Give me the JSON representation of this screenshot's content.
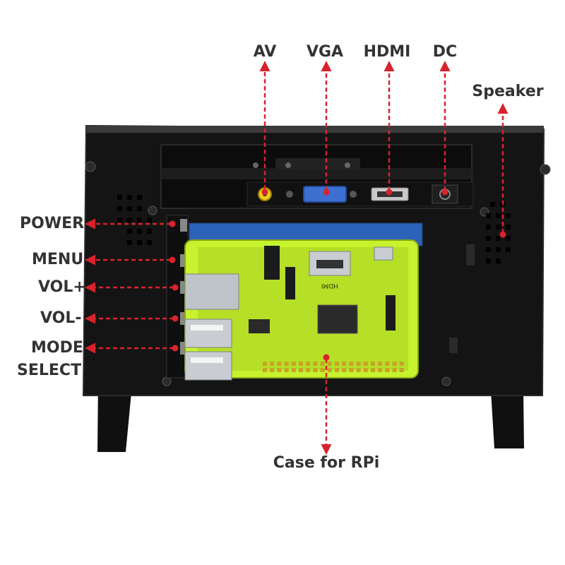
{
  "labels": {
    "av": "AV",
    "vga": "VGA",
    "hdmi": "HDMI",
    "dc": "DC",
    "speaker": "Speaker",
    "power": "POWER",
    "menu": "MENU",
    "vol_up": "VOL+",
    "vol_down": "VOL-",
    "mode_line1": "MODE",
    "mode_line2": "SELECT",
    "case": "Case for RPi"
  },
  "pcb_marking": "HDMI",
  "colors": {
    "arrow": "#d7232c",
    "label_text": "#333333",
    "frame": "#141414",
    "case": "#c6f22e",
    "pcb_blue": "#2c63b8",
    "av_port": "#f2cc1e",
    "vga_port": "#3c6fd0"
  }
}
